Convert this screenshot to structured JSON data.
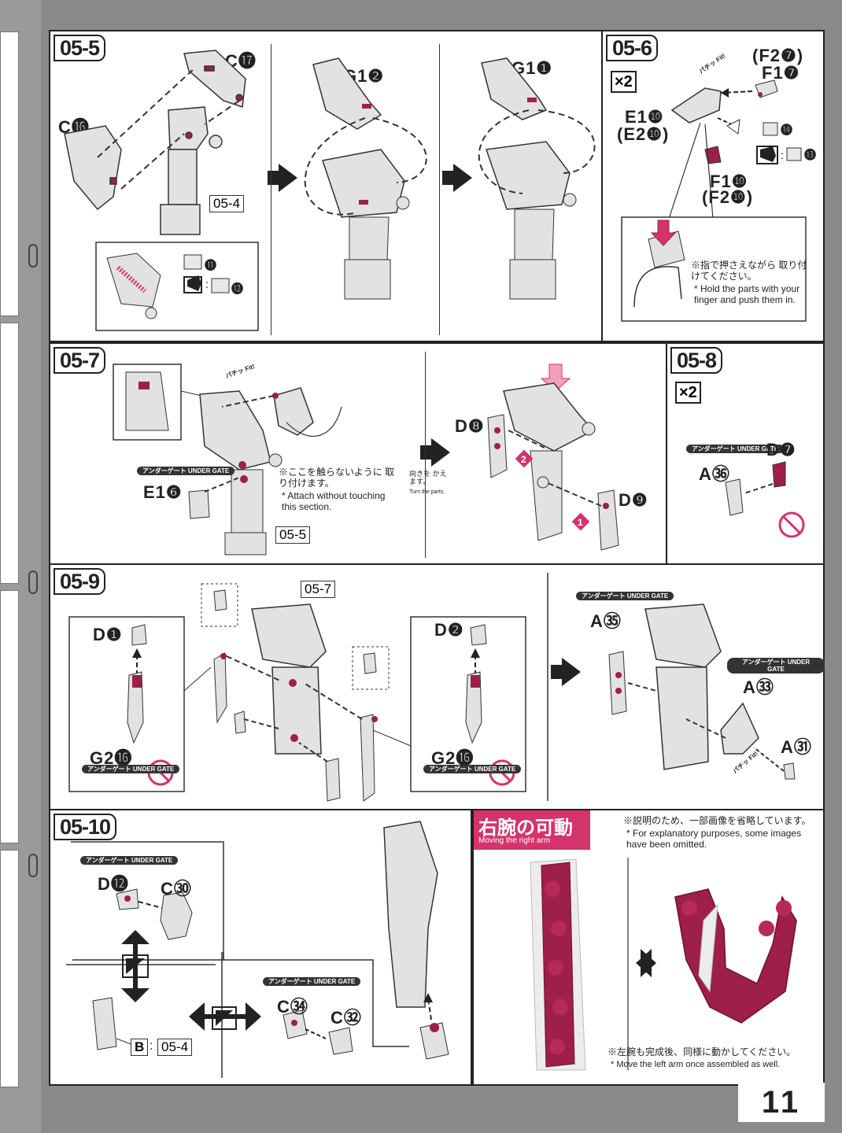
{
  "page_number": "11",
  "steps": {
    "s05_5": {
      "title": "05-5",
      "labels": {
        "c17": "C⓱",
        "c16": "C⓰",
        "g1_2": "G1❷",
        "g1_1": "G1❶",
        "k11": "⓫",
        "k12": "⓬"
      },
      "ref": "05-4"
    },
    "s05_6": {
      "title": "05-6",
      "mult": "×2",
      "labels": {
        "f2_7": "(F2❼)",
        "f1_7": "F1❼",
        "e1_10": "E1❿",
        "e2_10": "(E2❿)",
        "f1_10": "F1❿",
        "f2_10": "(F2❿)",
        "k14": "⓮",
        "k13": "⓭"
      },
      "fit": "パチッ Fit!",
      "note_jp": "※指で押さえながら 取り付けてください。",
      "note_en": "* Hold the parts with your finger and push them in."
    },
    "s05_7": {
      "title": "05-7",
      "labels": {
        "e16": "E1❻",
        "d8": "D❽",
        "d9": "D❾",
        "n1": "1",
        "n2": "2"
      },
      "badge": "アンダーゲート UNDER GATE",
      "fit": "パチッ Fit!",
      "note_jp": "※ここを触らないように 取り付けます。",
      "note_en": "* Attach without touching this section.",
      "ref": "05-5",
      "turn_jp": "向きを かえます。",
      "turn_en": "Turn the parts."
    },
    "s05_8": {
      "title": "05-8",
      "mult": "×2",
      "labels": {
        "d7": "D❼",
        "a36": "A㊱"
      },
      "badge": "アンダーゲート UNDER GATE"
    },
    "s05_9": {
      "title": "05-9",
      "ref": "05-7",
      "labels": {
        "d1": "D❶",
        "d2": "D❷",
        "g2_16a": "G2⓰",
        "g2_16b": "G2⓰",
        "a35": "A㉟",
        "a33": "A㉝",
        "a31": "A㉛"
      },
      "badge": "アンダーゲート UNDER GATE",
      "fit": "パチッ Fit!"
    },
    "s05_10": {
      "title": "05-10",
      "labels": {
        "d12": "D⓬",
        "c30": "C㉚",
        "c34": "C㉞",
        "c32": "C㉜",
        "b": "B",
        "ref": "05-4"
      },
      "badge": "アンダーゲート UNDER GATE"
    },
    "movable": {
      "title_jp": "右腕の可動",
      "title_en": "Moving the right arm",
      "note_jp": "※説明のため、一部画像を省略しています。",
      "note_en": "* For explanatory purposes, some images have been omitted.",
      "bottom_jp": "※左腕も完成後、同様に動かしてください。",
      "bottom_en": "* Move the left arm once assembled as well."
    }
  },
  "colors": {
    "accent": "#d4336b",
    "part_maroon": "#9e1f4a",
    "gray_part": "#d8d8d8",
    "ink": "#222222"
  }
}
